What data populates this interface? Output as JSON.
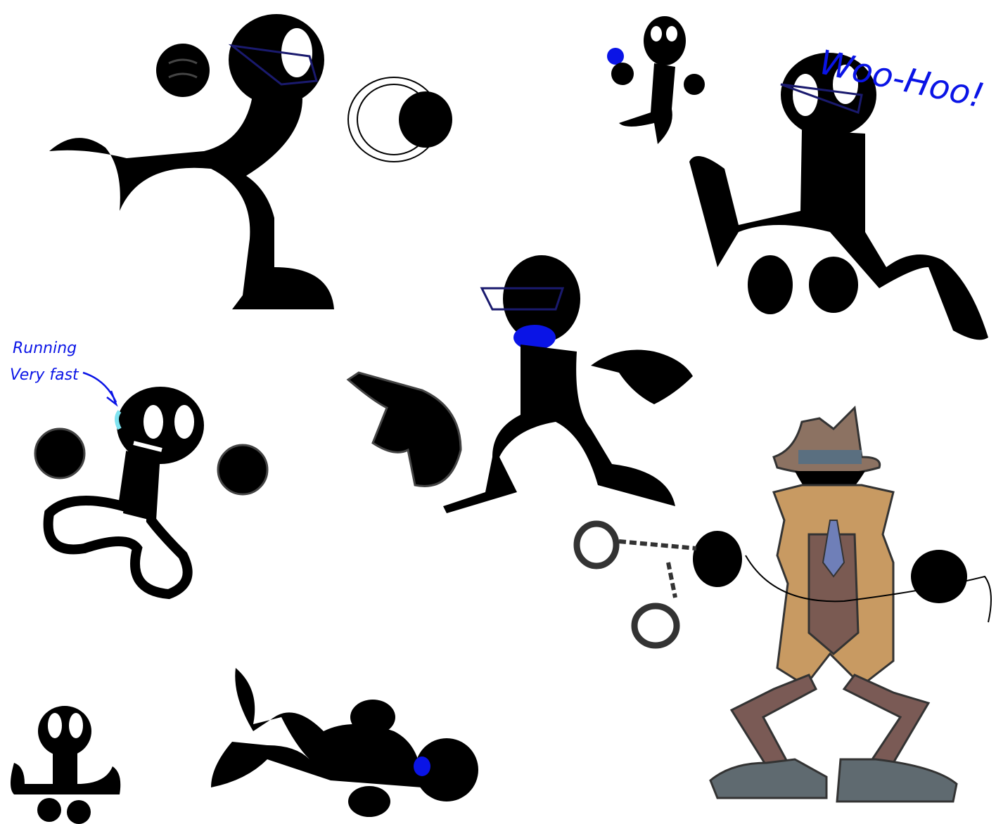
{
  "annotations": {
    "woo_hoo": "Woo-Hoo!",
    "running_line1": "Running",
    "running_line2": "Very fast"
  },
  "colors": {
    "ink": "#000000",
    "accent_blue": "#0a14e6",
    "glasses": "#1a1a6e",
    "sweat": "#7fe3f0",
    "hat": "#8c7262",
    "hat_band": "#5a6f80",
    "coat": "#c89a62",
    "vest": "#7a5a52",
    "tie": "#6f7fb8",
    "pants": "#7a5a55",
    "shoes": "#5f6a70",
    "handcuffs": "#333333"
  }
}
